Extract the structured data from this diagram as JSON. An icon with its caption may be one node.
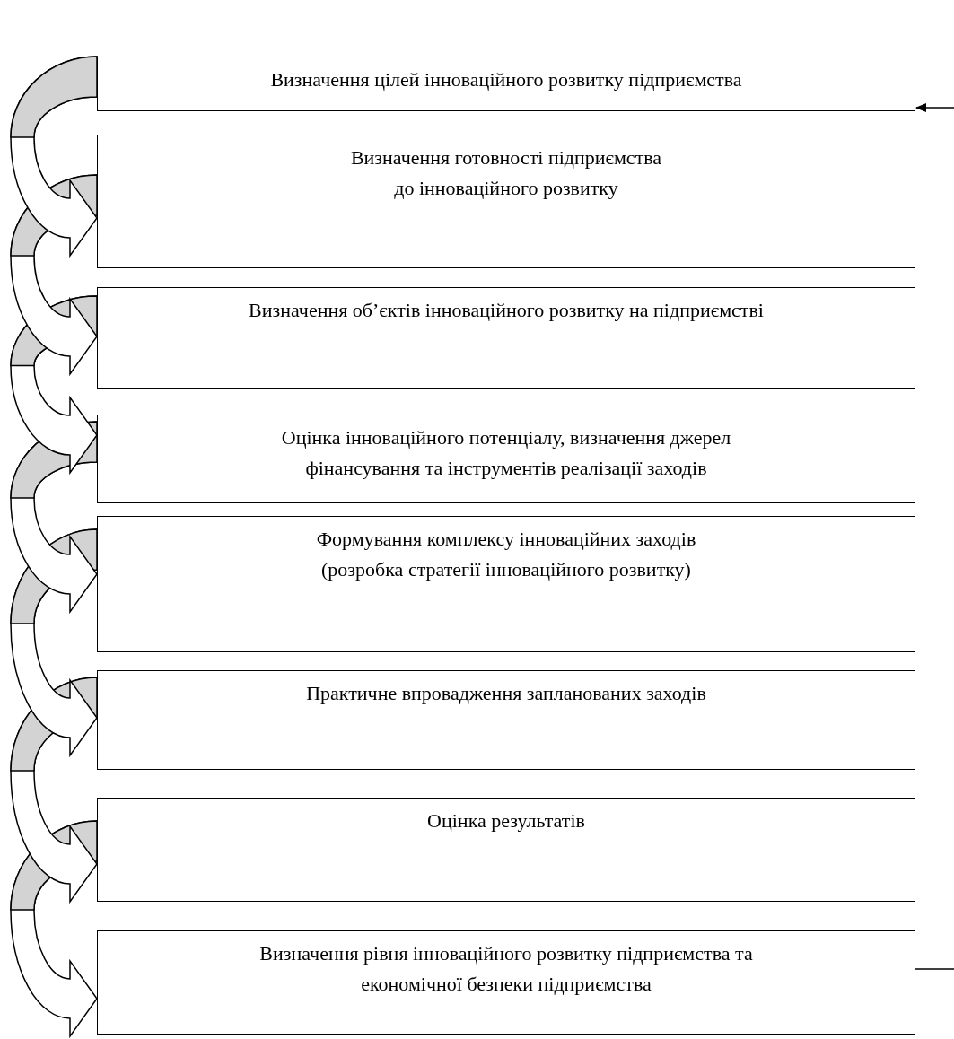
{
  "diagram": {
    "nodes": [
      {
        "text": [
          "Визначення цілей інноваційного розвитку підприємства"
        ]
      },
      {
        "text": [
          "Визначення готовності підприємства до інноваційного розвитку"
        ]
      },
      {
        "text": [
          "Визначення об’єктів інноваційного розвитку на підприємстві"
        ]
      },
      {
        "text": [
          "Оцінка інноваційного потенціалу, визначення джерел фінансування та інструментів реалізації заходів"
        ]
      },
      {
        "text": [
          "Формування комплексу інноваційних заходів (розробка стратегії інноваційного розвитку)"
        ]
      },
      {
        "text": [
          "Практичне впровадження запланованих заходів"
        ]
      },
      {
        "text": [
          "Оцінка результатів"
        ]
      },
      {
        "text": [
          "Визначення рівня інноваційного розвитку підприємства та економічної безпеки підприємства"
        ]
      }
    ],
    "edges": [
      {
        "from": 0,
        "to": 1,
        "arrow": "to"
      },
      {
        "from": 1,
        "to": 2,
        "arrow": "to"
      },
      {
        "from": 2,
        "to": 3,
        "arrow": "to"
      },
      {
        "from": 3,
        "to": 4,
        "arrow": "to"
      },
      {
        "from": 4,
        "to": 5,
        "arrow": "to"
      },
      {
        "from": 5,
        "to": 6,
        "arrow": "to"
      },
      {
        "from": 6,
        "to": 7,
        "arrow": "to"
      },
      {
        "from": 7,
        "to": null,
        "arrow": "none"
      },
      {
        "from": null,
        "to": 0,
        "arrow": "to"
      }
    ]
  }
}
